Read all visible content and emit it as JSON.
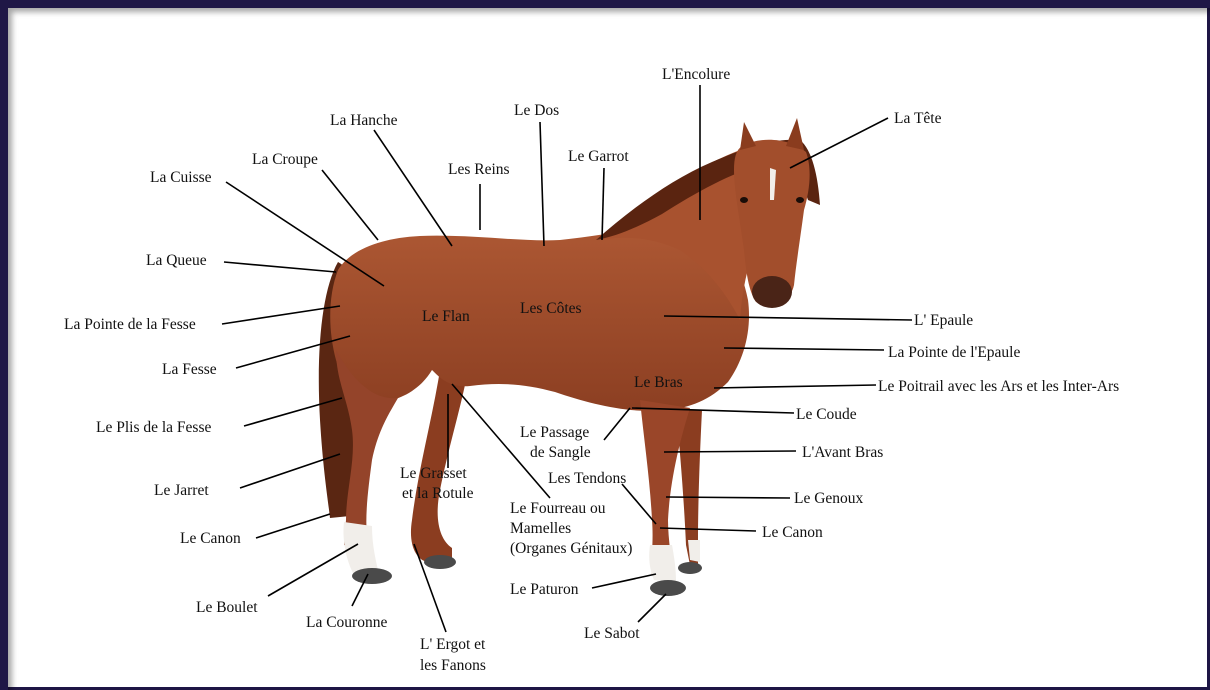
{
  "colors": {
    "border": "#1f1746",
    "coat": "#a5502e",
    "coat_dark": "#6e2e17",
    "mane": "#5a2410",
    "hoof": "#4a4a4a",
    "sock": "#f1eeea",
    "text": "#111111"
  },
  "labels": {
    "encolure": "L'Encolure",
    "tete": "La Tête",
    "dos": "Le Dos",
    "hanche": "La Hanche",
    "garrot": "Le Garrot",
    "croupe": "La Croupe",
    "reins": "Les Reins",
    "cuisse": "La Cuisse",
    "queue": "La Queue",
    "pointe_fesse": "La Pointe de la Fesse",
    "flan": "Le Flan",
    "cotes": "Les Côtes",
    "epaule": "L' Epaule",
    "pointe_epaule": "La Pointe de l'Epaule",
    "fesse": "La Fesse",
    "bras": "Le Bras",
    "poitrail": "Le Poitrail avec les Ars et les Inter-Ars",
    "coude": "Le Coude",
    "plis_fesse": "Le Plis de la Fesse",
    "passage_1": "Le Passage",
    "passage_2": "de Sangle",
    "avant_bras": "L'Avant Bras",
    "grasset_1": "Le Grasset",
    "grasset_2": "et la Rotule",
    "tendons": "Les Tendons",
    "jarret": "Le Jarret",
    "fourreau_1": "Le Fourreau ou",
    "fourreau_2": "Mamelles",
    "fourreau_3": "(Organes Génitaux)",
    "genoux": "Le Genoux",
    "canon_rear": "Le Canon",
    "canon_front": "Le Canon",
    "paturon": "Le Paturon",
    "boulet": "Le Boulet",
    "couronne": "La Couronne",
    "sabot": "Le Sabot",
    "ergot_1": "L' Ergot et",
    "ergot_2": "les Fanons"
  }
}
